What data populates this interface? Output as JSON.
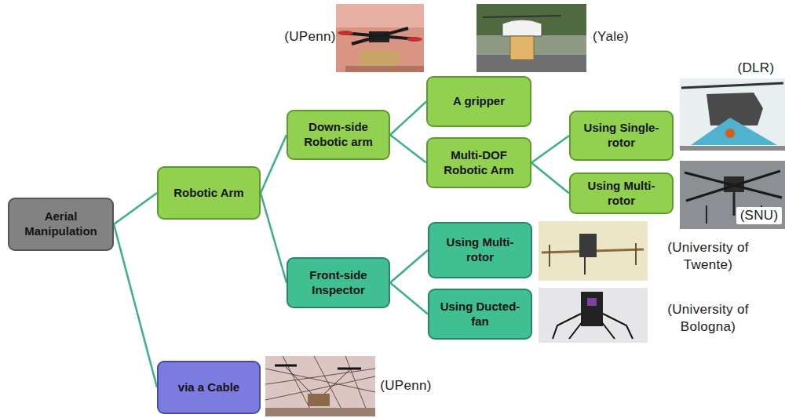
{
  "diagram": {
    "nodes": [
      {
        "text": [
          "Aerial Manipulation"
        ]
      },
      {
        "text": [
          "Robotic Arm"
        ]
      },
      {
        "text": [
          "Down-side Robotic arm"
        ]
      },
      {
        "text": [
          "A gripper"
        ]
      },
      {
        "text": [
          "Multi-DOF Robotic Arm"
        ]
      },
      {
        "text": [
          "Using Single- rotor"
        ]
      },
      {
        "text": [
          "Using Multi- rotor"
        ]
      },
      {
        "text": [
          "Front-side Inspector"
        ]
      },
      {
        "text": [
          "Using Multi- rotor"
        ]
      },
      {
        "text": [
          "Using Ducted- fan"
        ]
      },
      {
        "text": [
          "via a Cable"
        ]
      }
    ],
    "edges": [
      {
        "from": 0,
        "to": 1,
        "arrow": "none"
      },
      {
        "from": 0,
        "to": 10,
        "arrow": "none"
      },
      {
        "from": 1,
        "to": 2,
        "arrow": "none"
      },
      {
        "from": 1,
        "to": 7,
        "arrow": "none"
      },
      {
        "from": 2,
        "to": 3,
        "arrow": "none"
      },
      {
        "from": 2,
        "to": 4,
        "arrow": "none"
      },
      {
        "from": 4,
        "to": 5,
        "arrow": "none"
      },
      {
        "from": 4,
        "to": 6,
        "arrow": "none"
      },
      {
        "from": 7,
        "to": 8,
        "arrow": "none"
      },
      {
        "from": 7,
        "to": 9,
        "arrow": "none"
      }
    ],
    "labels": [
      "(UPenn)",
      "(Yale)",
      "(DLR)",
      "(SNU)",
      "(University of Twente)",
      "(University of Bologna)",
      "(UPenn)"
    ]
  }
}
